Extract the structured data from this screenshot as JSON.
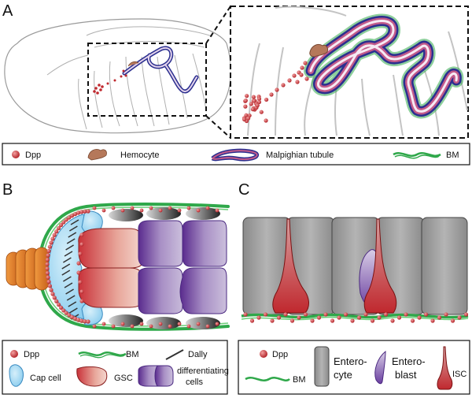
{
  "panels": {
    "a": {
      "label": "A"
    },
    "b": {
      "label": "B"
    },
    "c": {
      "label": "C"
    }
  },
  "legend_a": {
    "dpp": "Dpp",
    "hemocyte": "Hemocyte",
    "malpighian": "Malpighian tubule",
    "bm": "BM"
  },
  "legend_b": {
    "dpp": "Dpp",
    "bm": "BM",
    "dally": "Dally",
    "cap_cell": "Cap cell",
    "gsc": "GSC",
    "diff_line1": "differentiating",
    "diff_line2": "cells"
  },
  "legend_c": {
    "dpp": "Dpp",
    "bm": "BM",
    "entero_line1": "Entero-",
    "entero_line2": "cyte",
    "blast_line1": "Entero-",
    "blast_line2": "blast",
    "isc": "ISC"
  },
  "colors": {
    "dpp": "#c0282e",
    "hemocyte": "#b5785a",
    "tubule_outer": "#2b2f8f",
    "tubule_inner": "#c25a8a",
    "bm": "#2fa84a",
    "cap_cell": "#8fd0ef",
    "gsc": "#d8635a",
    "diff": "#6a3fa0",
    "enterocyte": "#9a9a9a",
    "isc": "#c0282e",
    "orange": "#e87a1e"
  }
}
